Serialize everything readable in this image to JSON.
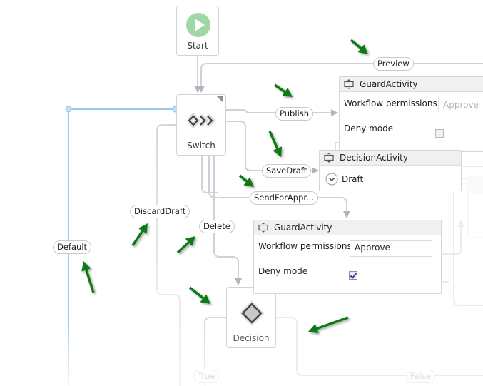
{
  "diagram": {
    "nodes": {
      "start": {
        "label": "Start",
        "icon": "play-icon"
      },
      "switch": {
        "label": "Switch",
        "icon": "switch-icon"
      },
      "decision": {
        "label": "Decision",
        "icon": "diamond-icon"
      }
    },
    "transitions": {
      "preview": "Preview",
      "publish": "Publish",
      "save_draft": "SaveDraft",
      "send_for_approval": "SendForAppr...",
      "discard_draft": "DiscardDraft",
      "delete": "Delete",
      "default": "Default",
      "true": "True",
      "false": "False"
    },
    "activities": {
      "guard1": {
        "title": "GuardActivity",
        "permissions_label": "Workflow permissions",
        "permissions_value": "Approve",
        "deny_label": "Deny mode",
        "deny_checked": false,
        "disabled": true
      },
      "decision_activity": {
        "title": "DecisionActivity",
        "value": "Draft"
      },
      "guard2": {
        "title": "GuardActivity",
        "permissions_label": "Workflow permissions",
        "permissions_value": "Approve",
        "deny_label": "Deny mode",
        "deny_checked": true,
        "disabled": false
      }
    },
    "colors": {
      "connector": "#c8c8d0",
      "selected_connector": "#9cc8ee",
      "annotation_arrow": "#0a7a12",
      "start_icon": "#7cc47f"
    }
  }
}
